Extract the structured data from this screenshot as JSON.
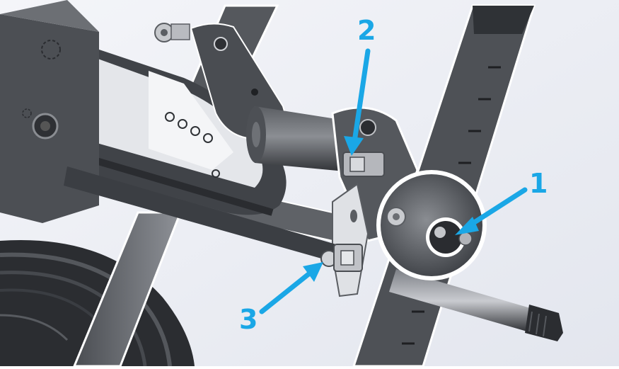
{
  "callouts": [
    {
      "number": "1"
    },
    {
      "number": "2"
    },
    {
      "number": "3"
    }
  ],
  "colors": {
    "callout": "#1aa7e6",
    "background": "#e9ecf4",
    "metal_dark": "#3a3d42",
    "metal_mid": "#6a6e74",
    "metal_light": "#d6d8dc",
    "white": "#ffffff"
  }
}
